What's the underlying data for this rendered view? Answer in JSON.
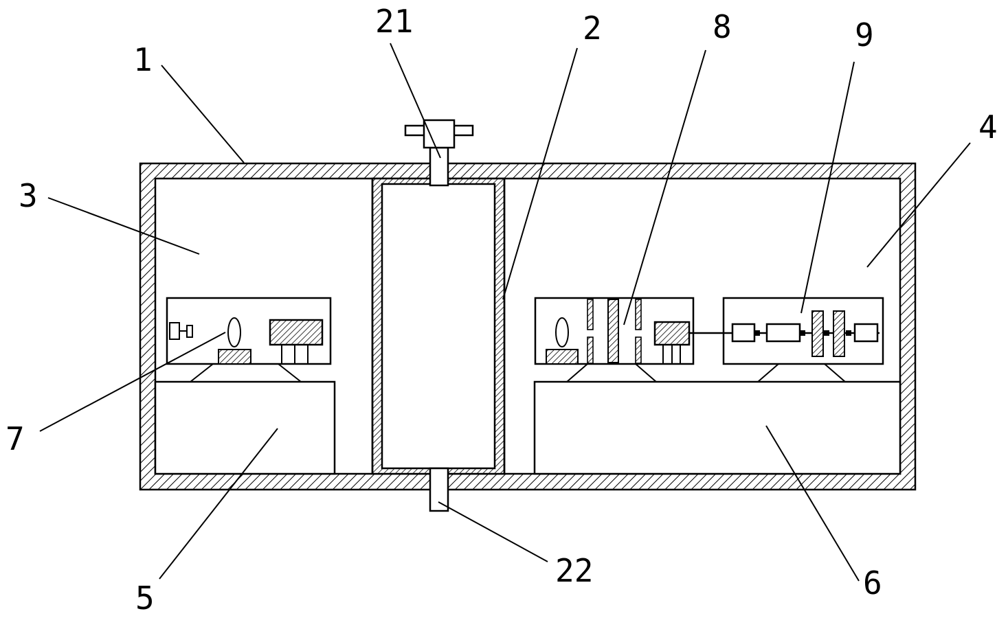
{
  "labels": {
    "n1": "1",
    "n2": "2",
    "n3": "3",
    "n4": "4",
    "n5": "5",
    "n6": "6",
    "n7": "7",
    "n8": "8",
    "n9": "9",
    "n21": "21",
    "n22": "22"
  },
  "colors": {
    "line": "#000000",
    "background": "#ffffff"
  }
}
